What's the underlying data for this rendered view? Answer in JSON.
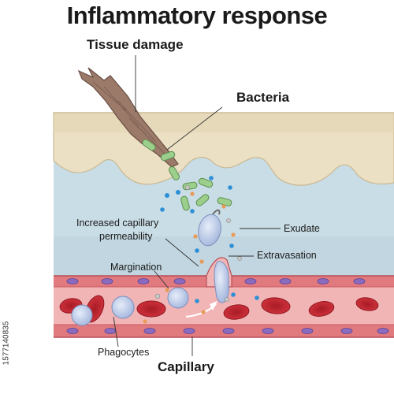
{
  "title": "Inflammatory response",
  "labels": {
    "tissue_damage": "Tissue damage",
    "bacteria": "Bacteria",
    "increased_permeability_line1": "Increased capillary",
    "increased_permeability_line2": "permeability",
    "exudate": "Exudate",
    "extravasation": "Extravasation",
    "margination": "Margination",
    "phagocytes": "Phagocytes",
    "capillary": "Capillary"
  },
  "stock_id": "1577140835",
  "colors": {
    "epidermis": "#ece0c4",
    "interstitial_fluid": "#c9dde6",
    "vessel_wall": "#e07a7f",
    "vessel_lumen": "#f2b5b6",
    "red_blood_cell": "#c8242f",
    "phagocyte": "#b9c8e8",
    "bacteria": "#9ccf8c",
    "splinter": "#9b7a6a"
  }
}
